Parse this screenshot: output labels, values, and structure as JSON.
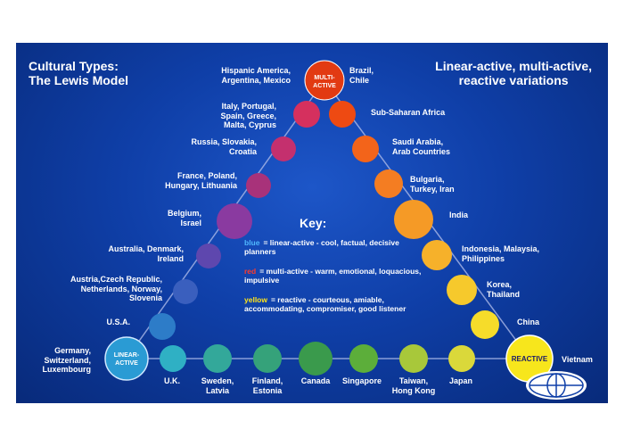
{
  "title_left": [
    "Cultural Types:",
    "The Lewis Model"
  ],
  "title_right": [
    "Linear-active, multi-active,",
    "reactive variations"
  ],
  "apex": {
    "multi": {
      "label": [
        "MULTI-",
        "ACTIVE"
      ],
      "color": "#e23a12"
    },
    "linear": {
      "label": [
        "LINEAR-",
        "ACTIVE"
      ],
      "color": "#2a9bd4"
    },
    "reactive": {
      "label": "REACTIVE",
      "color": "#f7e61c"
    }
  },
  "left_side": [
    {
      "label": "Hispanic America,\nArgentina, Mexico",
      "color": "#e23a12"
    },
    {
      "label": "Italy, Portugal,\nSpain, Greece,\nMalta, Cyprus",
      "color": "#d5305e"
    },
    {
      "label": "Russia, Slovakia,\nCroatia",
      "color": "#c4306e"
    },
    {
      "label": "France, Poland,\nHungary, Lithuania",
      "color": "#a8327a"
    },
    {
      "label": "Belgium,\nIsrael",
      "color": "#8a3aa0"
    },
    {
      "label": "Australia, Denmark,\nIreland",
      "color": "#5e47ae"
    },
    {
      "label": "Austria,Czech Republic,\nNetherlands, Norway,\nSlovenia",
      "color": "#3a5fbe"
    },
    {
      "label": "U.S.A.",
      "color": "#2d7cc8"
    },
    {
      "label": "Germany,\nSwitzerland,\nLuxembourg",
      "color": "#2a9bd4"
    }
  ],
  "right_side": [
    {
      "label": "Brazil,\nChile",
      "color": "#e23a12"
    },
    {
      "label": "Sub-Saharan Africa",
      "color": "#ee4a12"
    },
    {
      "label": "Saudi Arabia,\nArab Countries",
      "color": "#f3641a"
    },
    {
      "label": "Bulgaria,\nTurkey, Iran",
      "color": "#f47d22"
    },
    {
      "label": "India",
      "color": "#f59a26"
    },
    {
      "label": "Indonesia, Malaysia,\nPhilippines",
      "color": "#f6b12a"
    },
    {
      "label": "Korea,\nThailand",
      "color": "#f6c92c"
    },
    {
      "label": "China",
      "color": "#f6dc2a"
    },
    {
      "label": "Vietnam",
      "color": "#f7e61c"
    }
  ],
  "bottom_side": [
    {
      "label": "U.K.",
      "color": "#2fb0c4"
    },
    {
      "label": "Sweden,\nLatvia",
      "color": "#33a89a"
    },
    {
      "label": "Finland,\nEstonia",
      "color": "#35a27a"
    },
    {
      "label": "Canada",
      "color": "#3a9a4c"
    },
    {
      "label": "Singapore",
      "color": "#5cae3a"
    },
    {
      "label": "Taiwan,\nHong Kong",
      "color": "#a8c83a"
    },
    {
      "label": "Japan",
      "color": "#dad83a"
    }
  ],
  "key": {
    "title": "Key:",
    "items": [
      {
        "word": "blue",
        "word_color": "#4fb8ff",
        "text": "= linear-active - cool, factual, decisive planners"
      },
      {
        "word": "red",
        "word_color": "#ff3a2a",
        "text": "= multi-active - warm, emotional, loquacious, impulsive"
      },
      {
        "word": "yellow",
        "word_color": "#ffe41a",
        "text": "= reactive - courteous, amiable, accommodating, compromiser, good listener"
      }
    ]
  },
  "colors": {
    "background": "#0f3fa8",
    "line": "#aab8e8"
  }
}
